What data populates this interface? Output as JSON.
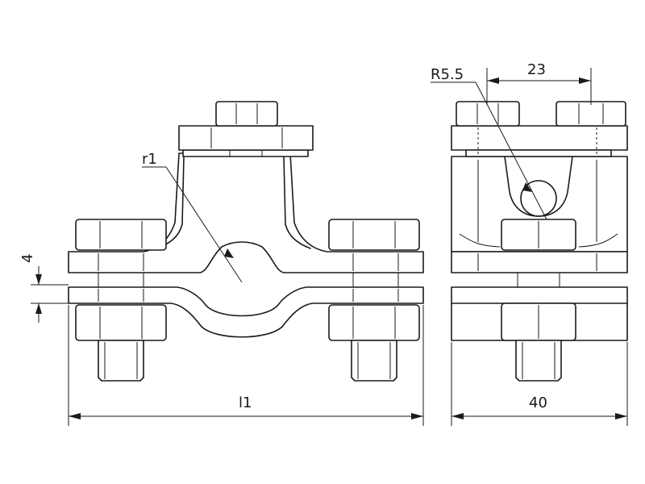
{
  "drawing": {
    "front_view": {
      "radius_label": "r1",
      "thickness_label": "4",
      "length_label": "l1"
    },
    "side_view": {
      "groove_radius_label": "R5.5",
      "bolt_spacing_label": "23",
      "width_label": "40"
    }
  }
}
